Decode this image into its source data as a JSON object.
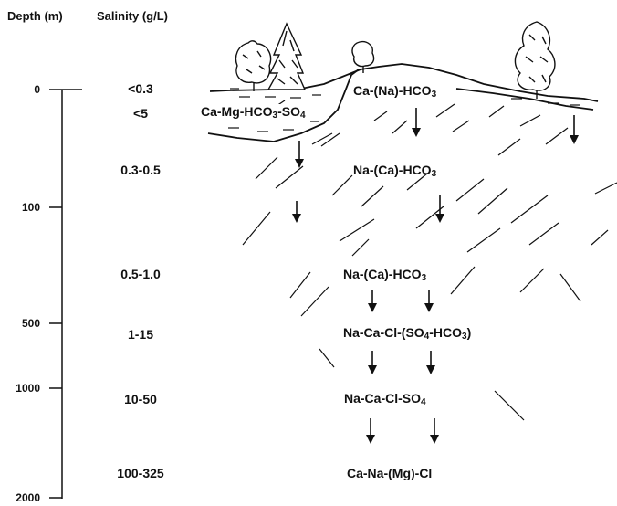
{
  "headers": {
    "depth": "Depth (m)",
    "salinity": "Salinity (g/L)"
  },
  "depth_ticks": [
    "0",
    "100",
    "500",
    "1000",
    "2000"
  ],
  "salinity": [
    "<0.3",
    "<5",
    "0.3-0.5",
    "0.5-1.0",
    "1-15",
    "10-50",
    "100-325"
  ],
  "water_types": {
    "top": {
      "a": "Ca-(Na)-HCO",
      "b": "3"
    },
    "lake": {
      "a": "Ca-Mg-HCO",
      "b": "3",
      "c": "-SO",
      "d": "4"
    },
    "t1": {
      "a": "Na-(Ca)-HCO",
      "b": "3"
    },
    "t2": {
      "a": "Na-(Ca)-HCO",
      "b": "3"
    },
    "t3": {
      "a": "Na-Ca-Cl-(SO",
      "b": "4",
      "c": "-HCO",
      "d": "3",
      "e": ")"
    },
    "t4": {
      "a": "Na-Ca-Cl-SO",
      "b": "4"
    },
    "t5": {
      "a": "Ca-Na-(Mg)-Cl"
    }
  }
}
